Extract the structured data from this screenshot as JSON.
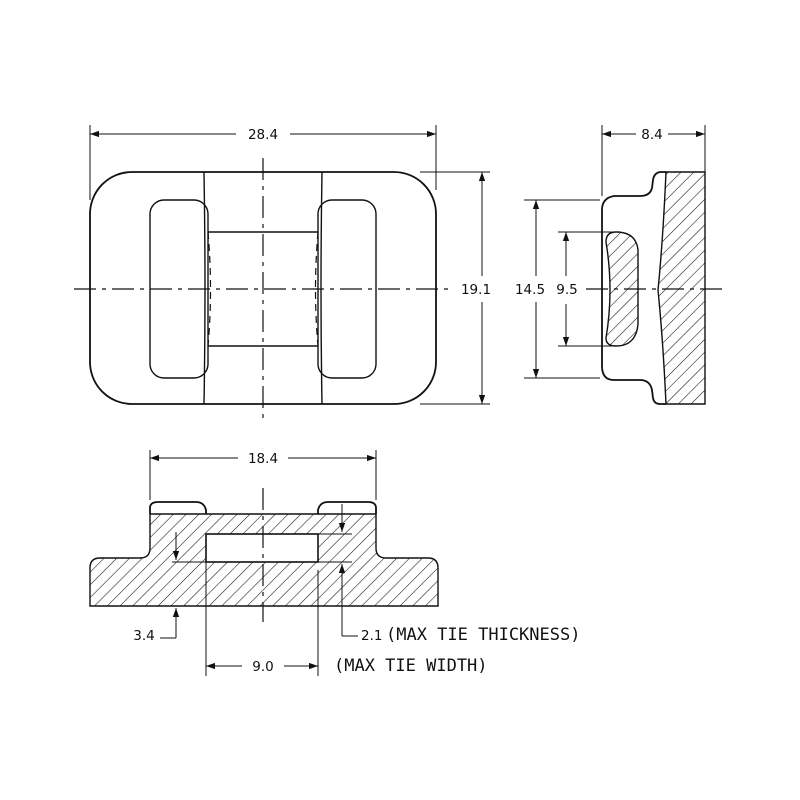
{
  "dimensions": {
    "top_width": "28.4",
    "top_height": "19.1",
    "side_width": "8.4",
    "side_outer_height": "14.5",
    "side_inner_height": "9.5",
    "front_width": "18.4",
    "base_height": "3.4",
    "tie_thickness": "2.1",
    "tie_width": "9.0"
  },
  "notes": {
    "tie_thickness": "(MAX TIE THICKNESS)",
    "tie_width": "(MAX TIE WIDTH)"
  }
}
